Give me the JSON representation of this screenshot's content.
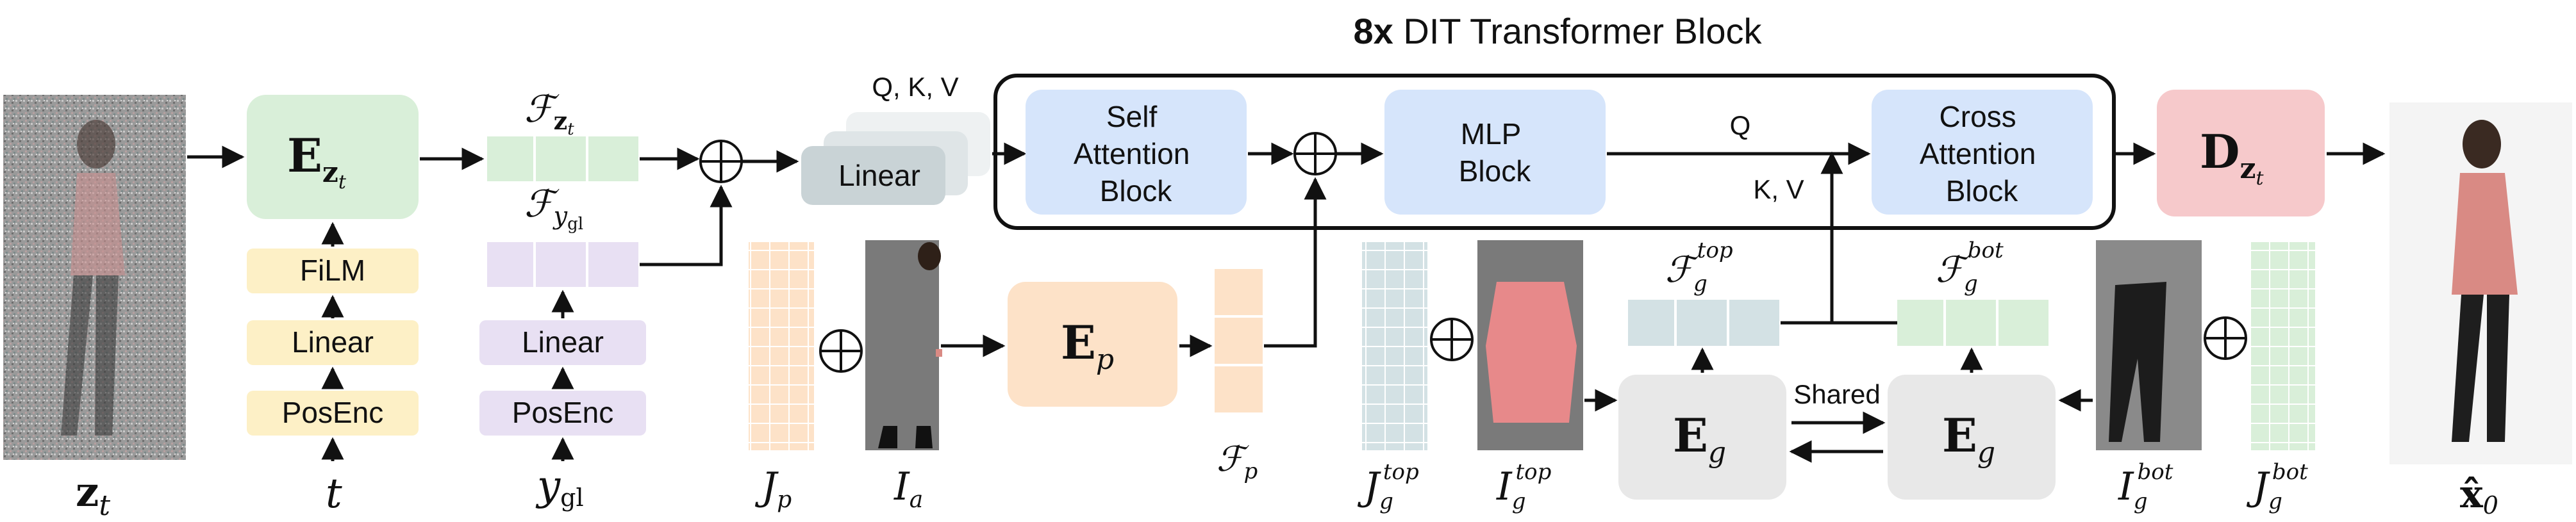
{
  "title": {
    "bold": "8x",
    "rest": " DIT Transformer Block"
  },
  "encoders": {
    "ezt": {
      "main": "E",
      "sub": "z",
      "subsub": "t"
    },
    "ep": {
      "main": "E",
      "sub": "p"
    },
    "eg_left": {
      "main": "E",
      "sub": "g"
    },
    "eg_right": {
      "main": "E",
      "sub": "g"
    },
    "decoder": {
      "main": "D",
      "sub": "z",
      "subsub": "t"
    }
  },
  "time_branch": [
    "FiLM",
    "Linear",
    "PosEnc"
  ],
  "label_branch": [
    "Linear",
    "PosEnc"
  ],
  "inputs": {
    "zt": {
      "main": "z",
      "sub": "t"
    },
    "t": "t",
    "ygl": {
      "main": "y",
      "sub": "gl"
    },
    "jp": {
      "main": "J",
      "sub": "p"
    },
    "ia": {
      "main": "I",
      "sub": "a"
    },
    "jg_top": {
      "main": "J",
      "sub": "g",
      "sup": "top"
    },
    "ig_top": {
      "main": "I",
      "sub": "g",
      "sup": "top"
    },
    "ig_bot": {
      "main": "I",
      "sub": "g",
      "sup": "bot"
    },
    "jg_bot": {
      "main": "J",
      "sub": "g",
      "sup": "bot"
    },
    "x0": "x̂",
    "x0_sub": "0"
  },
  "features": {
    "fzt": {
      "main": "ℱ",
      "sub": "z",
      "subsub": "t"
    },
    "fygl": {
      "main": "ℱ",
      "sub": "y",
      "subsub": "gl"
    },
    "fp": {
      "main": "ℱ",
      "sub": "p"
    },
    "fg_top": {
      "main": "ℱ",
      "sub": "g",
      "sup": "top"
    },
    "fg_bot": {
      "main": "ℱ",
      "sub": "g",
      "sup": "bot"
    }
  },
  "transformer": {
    "qkv": "Q, K, V",
    "linear": "Linear",
    "self_attn": [
      "Self",
      "Attention",
      "Block"
    ],
    "mlp": [
      "MLP",
      "Block"
    ],
    "cross_attn": [
      "Cross",
      "Attention",
      "Block"
    ],
    "q": "Q",
    "kv": "K, V"
  },
  "shared": "Shared",
  "colors": {
    "green": "#d9efd9",
    "yellow": "#fdf0c6",
    "purple": "#e8e0f3",
    "peach": "#fde2c8",
    "blue": "#d6e5fb",
    "gray": "#e8e8e8",
    "pink": "#f6c9cb",
    "teal": "#d3e1e4",
    "linear_gray": "#c9d3d6"
  },
  "icons": [
    "plus-circle-icon",
    "arrow-icon"
  ]
}
